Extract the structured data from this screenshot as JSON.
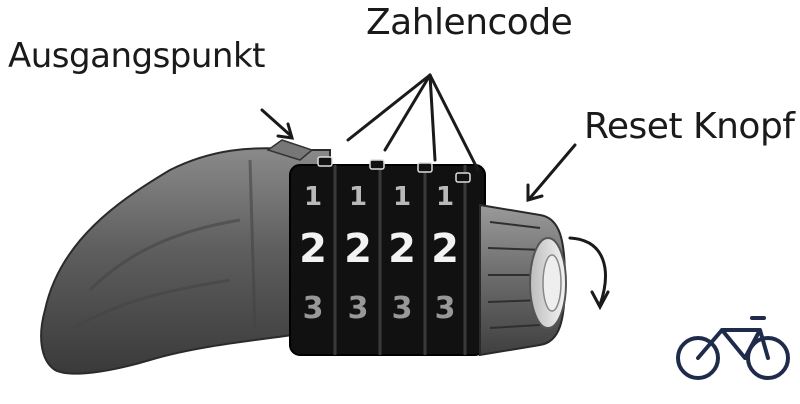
{
  "labels": {
    "starting_point": "Ausgangspunkt",
    "number_code": "Zahlencode",
    "reset_button": "Reset Knopf"
  },
  "dials": [
    {
      "top": "1",
      "middle": "2",
      "bottom": "3"
    },
    {
      "top": "1",
      "middle": "2",
      "bottom": "3"
    },
    {
      "top": "1",
      "middle": "2",
      "bottom": "3"
    },
    {
      "top": "1",
      "middle": "2",
      "bottom": "3"
    }
  ],
  "logo": {
    "name": "bicycle-logo-icon",
    "color": "#1f2b4a"
  },
  "colors": {
    "body": "#5a5a5a",
    "dial": "#111111",
    "digit": "#f2f2f2",
    "arrow": "#1a1a1a"
  }
}
